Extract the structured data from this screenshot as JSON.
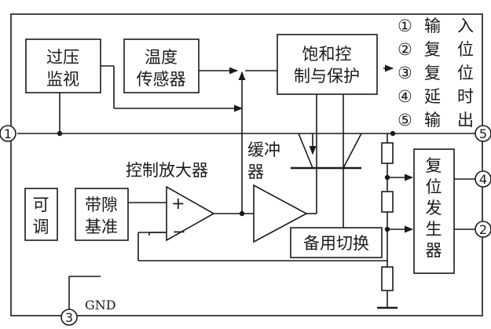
{
  "blocks": {
    "overvoltage": [
      "过压",
      "监视"
    ],
    "temp_sensor": [
      "温度",
      "传感器"
    ],
    "saturation": [
      "饱和控",
      "制与保护"
    ],
    "adjustable": [
      "可",
      "调"
    ],
    "bandgap": [
      "带隙",
      "基准"
    ],
    "reset_gen": [
      "复",
      "位",
      "发",
      "生",
      "器"
    ],
    "standby_switch": "备用切换"
  },
  "labels": {
    "control_amp": "控制放大器",
    "buffer": [
      "缓冲",
      "器"
    ],
    "amp_plus": "+",
    "amp_minus": "−",
    "gnd": "GND"
  },
  "pins": [
    "1",
    "2",
    "3",
    "4",
    "5"
  ],
  "legend": [
    {
      "num": "①",
      "text": [
        "输",
        "入"
      ]
    },
    {
      "num": "②",
      "text": [
        "复",
        "位"
      ]
    },
    {
      "num": "③",
      "text": [
        "复",
        "位"
      ]
    },
    {
      "num": "④",
      "text": [
        "延",
        "时"
      ]
    },
    {
      "num": "⑤",
      "text": [
        "输",
        "出"
      ]
    }
  ],
  "colors": {
    "stroke": "#1a1a1a",
    "background": "#ffffff"
  }
}
